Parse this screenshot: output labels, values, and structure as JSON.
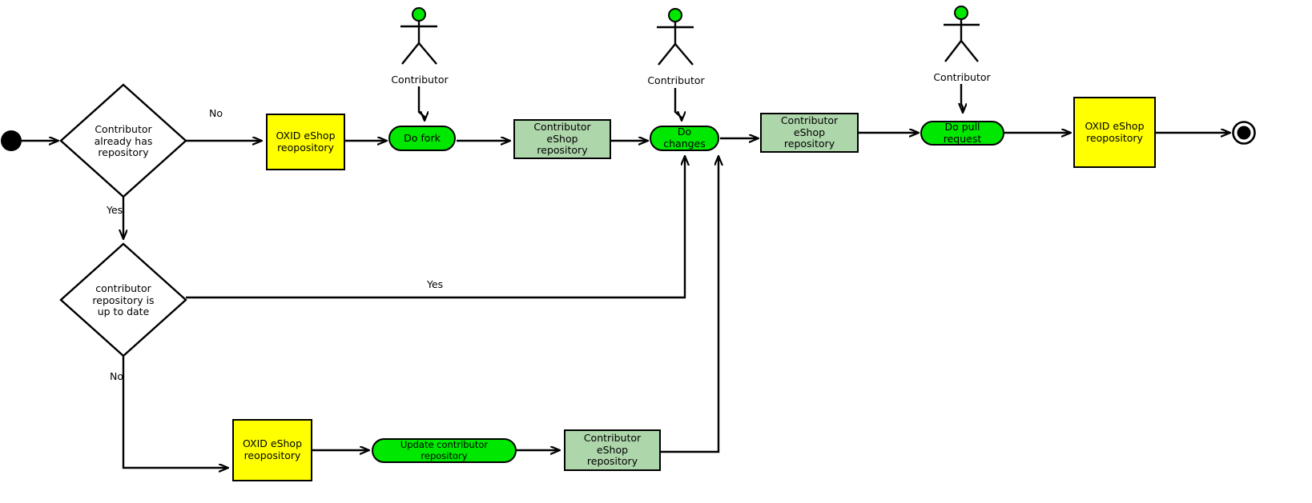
{
  "diagram": {
    "title": "OXID eShop contribution workflow activity diagram",
    "type": "uml-activity-diagram",
    "colors": {
      "action_fill": "#00e800",
      "object_yellow_fill": "#ffff00",
      "object_green_fill": "#aed6ab",
      "actor_head_fill": "#00e800",
      "line": "#000000",
      "background": "#ffffff"
    }
  },
  "nodes": {
    "start": {
      "name": "initial-node",
      "kind": "initial"
    },
    "decision1": {
      "label": "Contributor\nalready has\nrepository",
      "line1": "Contributor",
      "line2": "already has",
      "line3": "repository"
    },
    "decision2": {
      "label": "contributor\nrepository is\nup to date",
      "line1": "contributor",
      "line2": "repository is",
      "line3": "up to date"
    },
    "oxid_repo_top": {
      "line1": "OXID eShop",
      "line2": "reopository"
    },
    "do_fork": {
      "label": "Do fork"
    },
    "contrib_repo_1": {
      "line1": "Contributor eShop",
      "line2": "repository"
    },
    "do_changes": {
      "label": "Do changes"
    },
    "contrib_repo_2": {
      "line1": "Contributor eShop",
      "line2": "repository"
    },
    "do_pull_request": {
      "label": "Do pull request"
    },
    "oxid_repo_end": {
      "line1": "OXID eShop",
      "line2": "reopository"
    },
    "oxid_repo_bottom": {
      "line1": "OXID eShop",
      "line2": "reopository"
    },
    "update_contrib_repo": {
      "label": "Update contributor repository"
    },
    "contrib_repo_3": {
      "line1": "Contributor eShop",
      "line2": "repository"
    },
    "end": {
      "name": "final-node",
      "kind": "final"
    }
  },
  "actors": [
    {
      "label": "Contributor",
      "target": "Do fork"
    },
    {
      "label": "Contributor",
      "target": "Do changes"
    },
    {
      "label": "Contributor",
      "target": "Do pull request"
    }
  ],
  "edge_labels": {
    "decision1_no": "No",
    "decision1_yes": "Yes",
    "decision2_yes": "Yes",
    "decision2_no": "No"
  }
}
